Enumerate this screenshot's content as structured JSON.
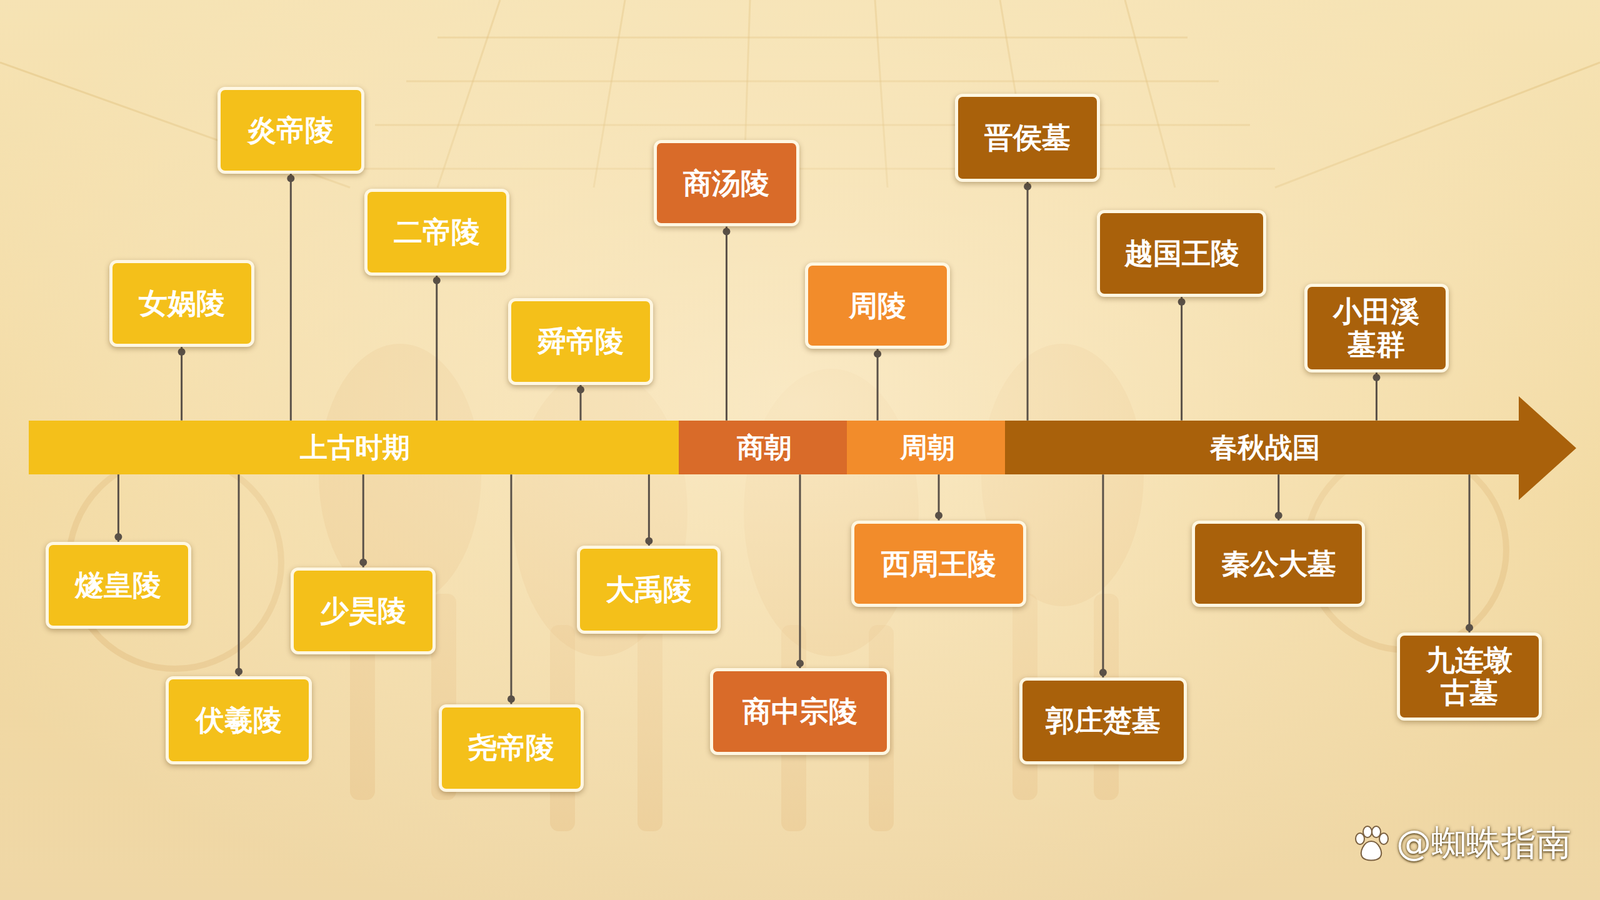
{
  "diagram": {
    "nodes": [
      {
        "text": [
          "上古时期"
        ]
      },
      {
        "text": [
          "商朝"
        ]
      },
      {
        "text": [
          "周朝"
        ]
      },
      {
        "text": [
          "春秋战国"
        ]
      },
      {
        "text": [
          "燧皇陵"
        ]
      },
      {
        "text": [
          "女娲陵"
        ]
      },
      {
        "text": [
          "伏羲陵"
        ]
      },
      {
        "text": [
          "炎帝陵"
        ]
      },
      {
        "text": [
          "少昊陵"
        ]
      },
      {
        "text": [
          "二帝陵"
        ]
      },
      {
        "text": [
          "尧帝陵"
        ]
      },
      {
        "text": [
          "舜帝陵"
        ]
      },
      {
        "text": [
          "大禹陵"
        ]
      },
      {
        "text": [
          "商汤陵"
        ]
      },
      {
        "text": [
          "商中宗陵"
        ]
      },
      {
        "text": [
          "周陵"
        ]
      },
      {
        "text": [
          "西周王陵"
        ]
      },
      {
        "text": [
          "晋侯墓"
        ]
      },
      {
        "text": [
          "郭庄楚墓"
        ]
      },
      {
        "text": [
          "越国王陵"
        ]
      },
      {
        "text": [
          "秦公大墓"
        ]
      },
      {
        "text": [
          "小田溪墓群"
        ]
      },
      {
        "text": [
          "九连墩古墓"
        ]
      }
    ],
    "edges": [
      {
        "from": 4,
        "to": 0,
        "arrow": "none"
      },
      {
        "from": 5,
        "to": 0,
        "arrow": "none"
      },
      {
        "from": 6,
        "to": 0,
        "arrow": "none"
      },
      {
        "from": 7,
        "to": 0,
        "arrow": "none"
      },
      {
        "from": 8,
        "to": 0,
        "arrow": "none"
      },
      {
        "from": 9,
        "to": 0,
        "arrow": "none"
      },
      {
        "from": 10,
        "to": 0,
        "arrow": "none"
      },
      {
        "from": 11,
        "to": 0,
        "arrow": "none"
      },
      {
        "from": 12,
        "to": 0,
        "arrow": "none"
      },
      {
        "from": 13,
        "to": 1,
        "arrow": "none"
      },
      {
        "from": 14,
        "to": 1,
        "arrow": "none"
      },
      {
        "from": 15,
        "to": 2,
        "arrow": "none"
      },
      {
        "from": 16,
        "to": 2,
        "arrow": "none"
      },
      {
        "from": 17,
        "to": 3,
        "arrow": "none"
      },
      {
        "from": 18,
        "to": 3,
        "arrow": "none"
      },
      {
        "from": 19,
        "to": 3,
        "arrow": "none"
      },
      {
        "from": 20,
        "to": 3,
        "arrow": "none"
      },
      {
        "from": 21,
        "to": 3,
        "arrow": "none"
      },
      {
        "from": 22,
        "to": 3,
        "arrow": "none"
      }
    ],
    "labels": [
      "@蜘蛛指南"
    ]
  }
}
